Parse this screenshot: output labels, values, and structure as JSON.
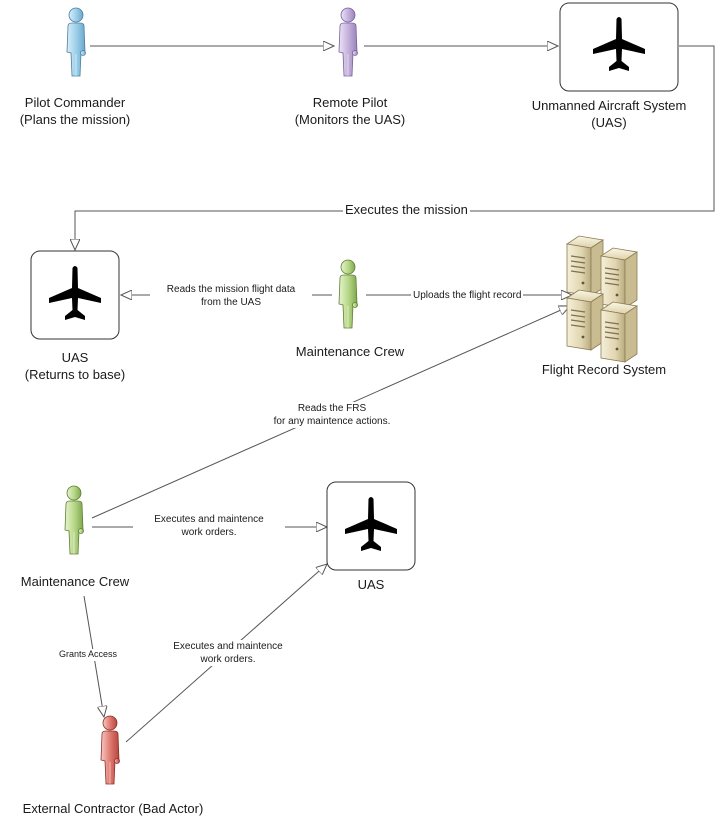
{
  "nodes": {
    "pilot_commander": {
      "name": "Pilot Commander",
      "sub": "(Plans the mission)"
    },
    "remote_pilot": {
      "name": "Remote Pilot",
      "sub": "(Monitors the UAS)"
    },
    "uas_system": {
      "name": "Unmanned Aircraft System",
      "sub": "(UAS)"
    },
    "uas_return": {
      "name": "UAS",
      "sub": "(Returns to base)"
    },
    "maint_crew_top": {
      "name": "Maintenance Crew"
    },
    "frs": {
      "name": "Flight Record System"
    },
    "maint_crew_bottom": {
      "name": "Maintenance Crew"
    },
    "uas_bottom": {
      "name": "UAS"
    },
    "contractor": {
      "name": "External Contractor (Bad Actor)"
    }
  },
  "edges": {
    "executes_mission": "Executes the mission",
    "reads_flight_data_1": "Reads the mission flight data",
    "reads_flight_data_2": "from the UAS",
    "uploads_record": "Uploads the flight record",
    "reads_frs_1": "Reads the FRS",
    "reads_frs_2": "for any maintence actions.",
    "executes_orders_a_1": "Executes and maintence",
    "executes_orders_a_2": "work orders.",
    "grants_access": "Grants Access",
    "executes_orders_b_1": "Executes and maintence",
    "executes_orders_b_2": "work orders."
  },
  "colors": {
    "pilot_commander": "#9fd0ea",
    "remote_pilot": "#c6b2dc",
    "maintenance": "#b9d98a",
    "contractor": "#e07b72",
    "line": "#555555"
  },
  "icons": [
    "person-icon",
    "airplane-icon",
    "server-icon"
  ]
}
